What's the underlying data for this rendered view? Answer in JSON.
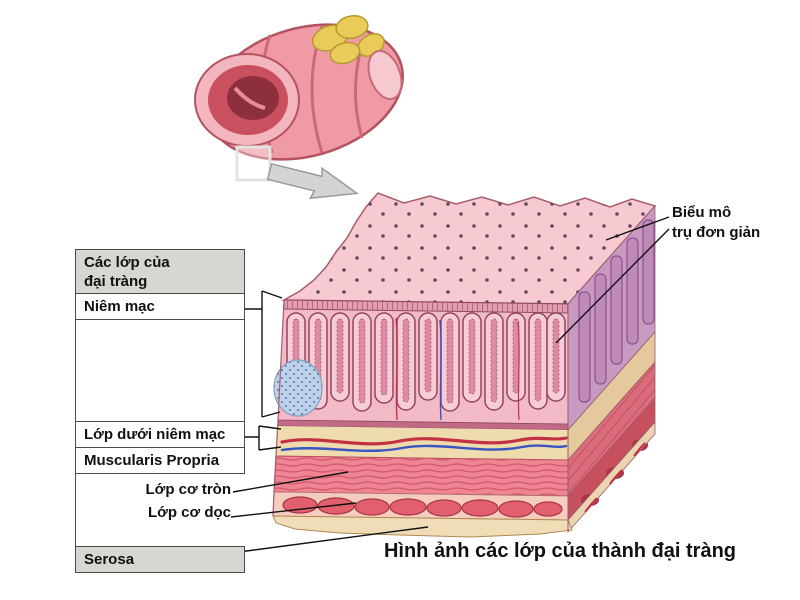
{
  "caption": "Hình ảnh các lớp của thành đại tràng",
  "legend": {
    "title": "Các lớp của\nđại tràng",
    "mucosa": "Niêm mạc",
    "submucosa": "Lớp dưới niêm mạc",
    "muscularis_propria": "Muscularis Propria",
    "circular_muscle": "Lớp cơ tròn",
    "longitudinal_muscle": "Lớp cơ dọc",
    "serosa": "Serosa"
  },
  "annotations": {
    "epithelium": "Biểu mô\ntrụ đơn giản"
  },
  "colors": {
    "top_face_pink": "#f7c9d1",
    "mucosa_pink": "#f2b9c6",
    "submucosa_tan": "#eedcae",
    "circular_muscle_red": "#ef8492",
    "longitudinal_blob_red": "#e25f6d",
    "serosa_cream": "#f0ddb8",
    "right_face_purple": "#c99ac1",
    "vessel_red": "#c23243",
    "vessel_blue": "#3a55c0",
    "fat_yellow": "#e9cb5a",
    "legend_header_bg": "#d5d8d0"
  }
}
